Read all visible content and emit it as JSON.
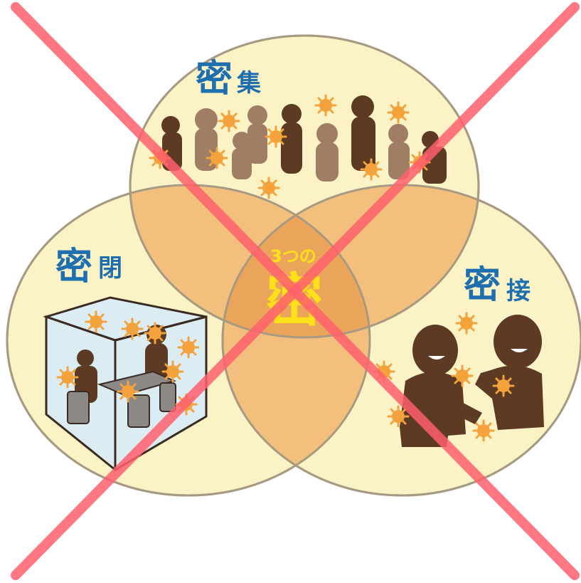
{
  "diagram": {
    "labels": {
      "top": {
        "big": "密",
        "small": "集"
      },
      "left": {
        "big": "密",
        "small": "閉"
      },
      "right": {
        "big": "密",
        "small": "接"
      },
      "center": {
        "caption": "3つの",
        "big": "密"
      }
    },
    "colors": {
      "circle_fill": "#fbf3c6",
      "circle_stroke": "#a89a82",
      "overlap_fill": "#f2c07c",
      "center_fill": "#eba55a",
      "label_blue": "#1d6fb0",
      "center_yellow": "#ffe11a",
      "person_dark": "#5c3a24",
      "person_light": "#a07e66",
      "virus": "#f3a23c",
      "cube_glass": "#dcecf3",
      "cross_red": "#ff5f6c"
    },
    "icons": [
      "crowd-icon",
      "closed-room-icon",
      "close-contact-icon",
      "virus-icon",
      "cross-out-icon"
    ]
  }
}
